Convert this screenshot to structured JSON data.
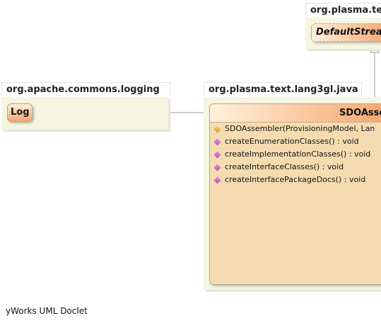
{
  "packages": {
    "logging": {
      "name": "org.apache.commons.logging"
    },
    "lang3gl": {
      "name": "org.plasma.text.lang3gl.java"
    },
    "text": {
      "name": "org.plasma.tex"
    }
  },
  "classes": {
    "log": {
      "name": "Log"
    },
    "default_stream": {
      "name": "DefaultStream"
    },
    "sdo_assembler": {
      "name": "SDOAsse",
      "members": [
        {
          "kind": "constructor",
          "signature": "SDOAssembler(ProvisioningModel, Lan"
        },
        {
          "kind": "method",
          "signature": "createEnumerationClasses() : void"
        },
        {
          "kind": "method",
          "signature": "createImplementationClasses() : void"
        },
        {
          "kind": "method",
          "signature": "createInterfaceClasses() : void"
        },
        {
          "kind": "method",
          "signature": "createInterfacePackageDocs() : void"
        }
      ]
    }
  },
  "footer": {
    "text": "yWorks UML Doclet"
  },
  "colors": {
    "package_bg": "#f5f5e1",
    "class_body": "#f5dcb0",
    "class_header_end": "#f4a56c",
    "connector": "#9a9a9a"
  }
}
